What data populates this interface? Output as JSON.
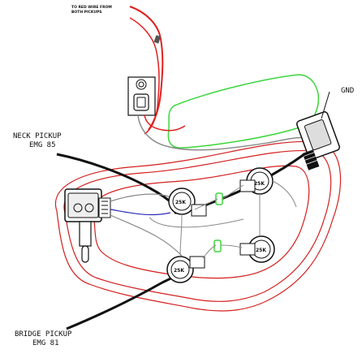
{
  "labels": {
    "red_wire_note_line1": "TO RED WIRE FROM",
    "red_wire_note_line2": "BOTH PICKUPS",
    "gnd": "GND",
    "neck_pickup_line1": "NECK PICKUP",
    "neck_pickup_line2": "EMG 85",
    "bridge_pickup_line1": "BRIDGE PICKUP",
    "bridge_pickup_line2": "EMG 81"
  },
  "pots": [
    {
      "value": "25K"
    },
    {
      "value": "25K"
    },
    {
      "value": "25K"
    },
    {
      "value": "25K"
    }
  ],
  "colors": {
    "red_wire": "#e0201f",
    "black_wire": "#111111",
    "green_outline": "#3cd63c",
    "gray_wire": "#8a8a8a",
    "blue_wire": "#2a2ab8",
    "cavity_outline": "#d42020"
  }
}
